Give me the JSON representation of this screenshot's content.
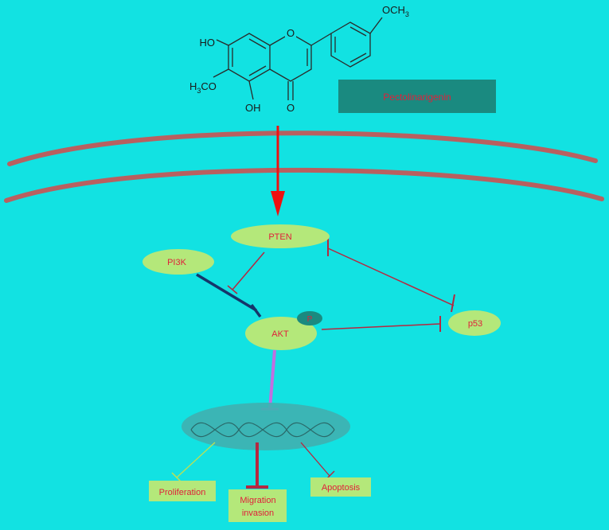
{
  "compound": {
    "atoms": {
      "oh_top": "HO",
      "och3_top": "OCH",
      "och3_top_sub": "3",
      "h3co_h": "H",
      "h3co_sub": "3",
      "h3co_rest": "CO",
      "oh_bottom": "OH",
      "carbonyl_o": "O",
      "ring_o": "O"
    },
    "name": "Pectolinarigenin"
  },
  "nodes": {
    "pten": "PTEN",
    "pi3k": "PI3K",
    "akt": "AKT",
    "phospho": "P",
    "p53": "p53"
  },
  "outcomes": {
    "proliferation": "Proliferation",
    "migration_line1": "Migration",
    "migration_line2": "invasion",
    "apoptosis": "Apoptosis"
  },
  "colors": {
    "background": "#12e2e2",
    "name_box": "#1a8a80",
    "membrane": "#b86060",
    "node_fill": "#b4e87a",
    "label_text": "#e0203a",
    "activation_arrow": "#ee1111",
    "inhibit_dark": "#b52840",
    "inhibit_navy": "#15366a",
    "inhibit_violet": "#c070e0",
    "inhibit_yellow": "#c0e050",
    "dna_cloud": "#40b0b0"
  }
}
